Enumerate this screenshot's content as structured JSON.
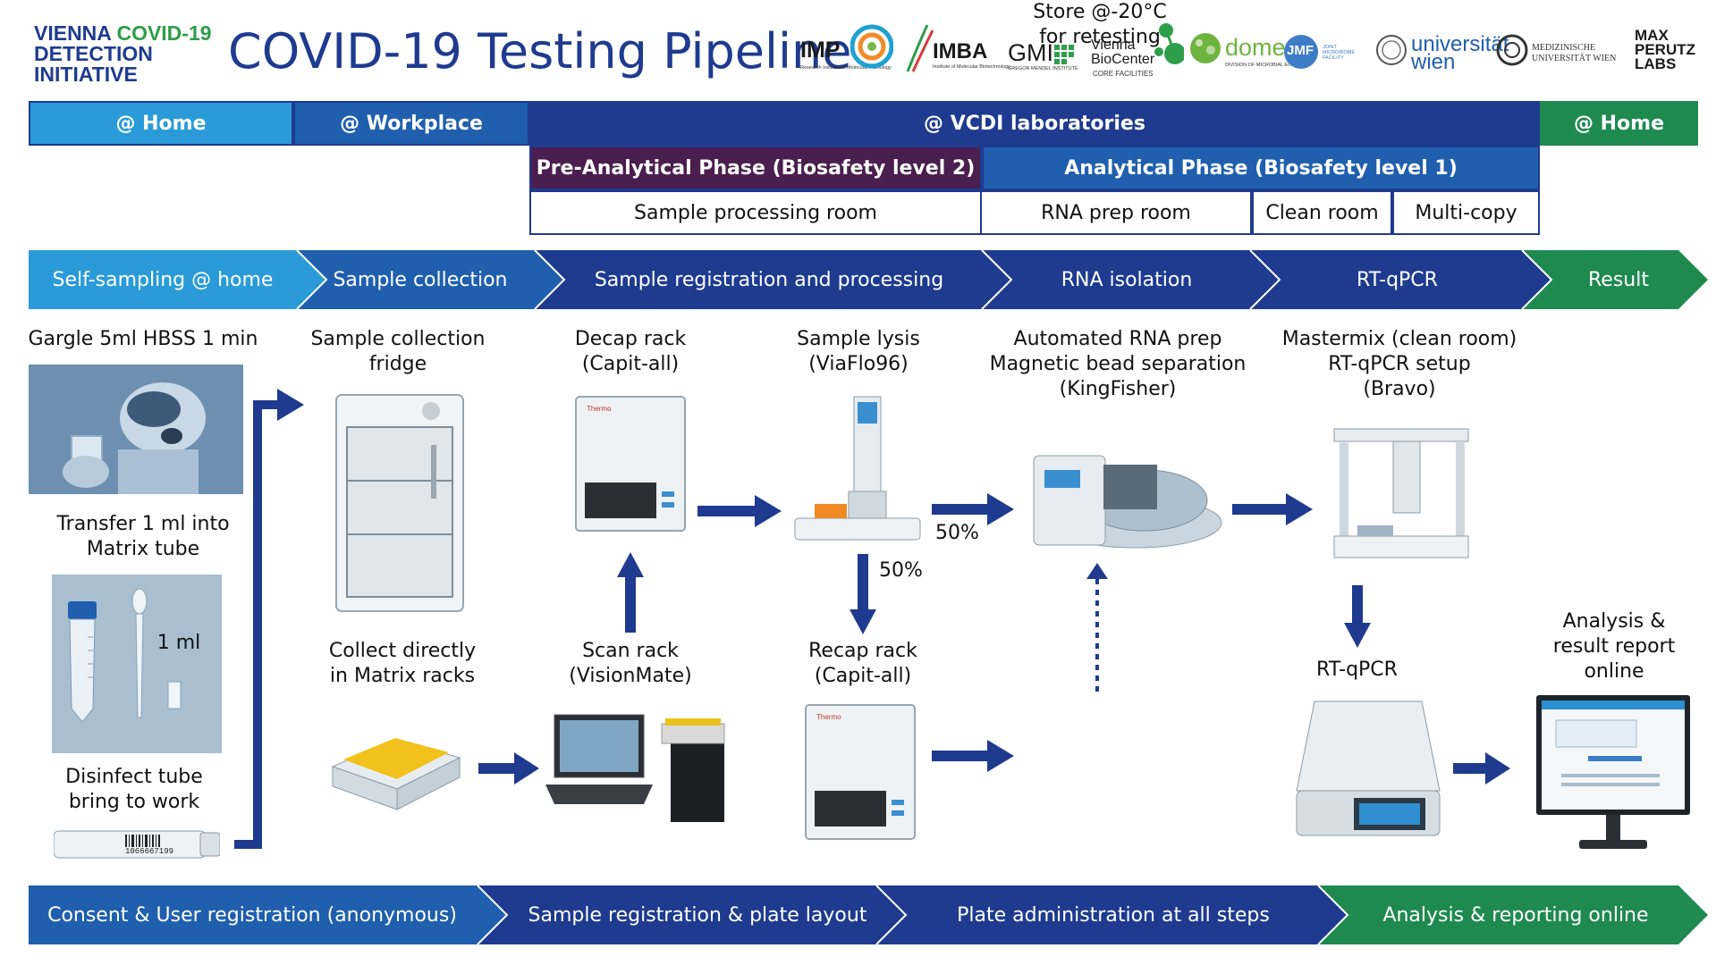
{
  "header": {
    "initiative": [
      "VIENNA",
      "COVID-19",
      "DETECTION",
      "INITIATIVE"
    ],
    "title": "COVID-19 Testing Pipeline",
    "logos": {
      "imp": "IMP",
      "imp_sub": "Research Institute of Molecular Pathology",
      "imba": "IMBA",
      "imba_sub": "Institute of Molecular Biotechnology",
      "gmi": "GMI",
      "gmi_sub": "GREGOR MENDEL INSTITUTE",
      "vbc_1": "Vienna",
      "vbc_2": "BioCenter",
      "vbc_sub": "CORE FACILITIES",
      "dome": "dome",
      "dome_sub": "DIVISION OF MICROBIAL ECOLOGY",
      "jmf": "JMF",
      "jmf_sub": "JOINT MICROBIOME FACILITY",
      "univie_1": "universität",
      "univie_2": "wien",
      "meduni": "MEDIZINISCHE UNIVERSITÄT WIEN",
      "maxperutz_1": "MAX",
      "maxperutz_2": "PERUTZ",
      "maxperutz_3": "LABS"
    }
  },
  "locations": {
    "home1": "@ Home",
    "workplace": "@ Workplace",
    "labs": "@ VCDI laboratories",
    "home2": "@ Home"
  },
  "phases": {
    "pre": "Pre-Analytical Phase (Biosafety level 2)",
    "analytical": "Analytical Phase (Biosafety level 1)"
  },
  "rooms": {
    "sample_processing": "Sample processing room",
    "rna_prep": "RNA prep room",
    "clean": "Clean room",
    "multicopy": "Multi-copy"
  },
  "steps": [
    "Self-sampling @ home",
    "Sample collection",
    "Sample registration and processing",
    "RNA isolation",
    "RT-qPCR",
    "Result"
  ],
  "labels": {
    "gargle": "Gargle 5ml HBSS 1 min",
    "transfer": "Transfer 1 ml into\nMatrix tube",
    "one_ml": "1 ml",
    "disinfect": "Disinfect tube\nbring to work",
    "fridge": "Sample collection\nfridge",
    "collect": "Collect directly\nin Matrix racks",
    "decap": "Decap rack\n(Capit-all)",
    "scan": "Scan rack\n(VisionMate)",
    "lysis": "Sample lysis\n(ViaFlo96)",
    "recap": "Recap rack\n(Capit-all)",
    "rna_prep": "Automated RNA prep\nMagnetic bead separation\n(KingFisher)",
    "store": "Store @-20°C\nfor retesting",
    "mastermix": "Mastermix (clean room)\nRT-qPCR setup\n(Bravo)",
    "rtqpcr": "RT-qPCR",
    "analysis": "Analysis &\nresult report\nonline",
    "pct_down": "50%",
    "pct_right": "50%",
    "barcode": "1066667199"
  },
  "bottom_steps": [
    "Consent & User registration (anonymous)",
    "Sample registration & plate layout",
    "Plate administration at all steps",
    "Analysis & reporting online"
  ],
  "colors": {
    "navy": "#1e3b8f",
    "blue_mid": "#1f5fae",
    "blue_light": "#2a9bd8",
    "green": "#1f8a50",
    "purple": "#4a1e4e",
    "arrow": "#1e3b8f"
  }
}
